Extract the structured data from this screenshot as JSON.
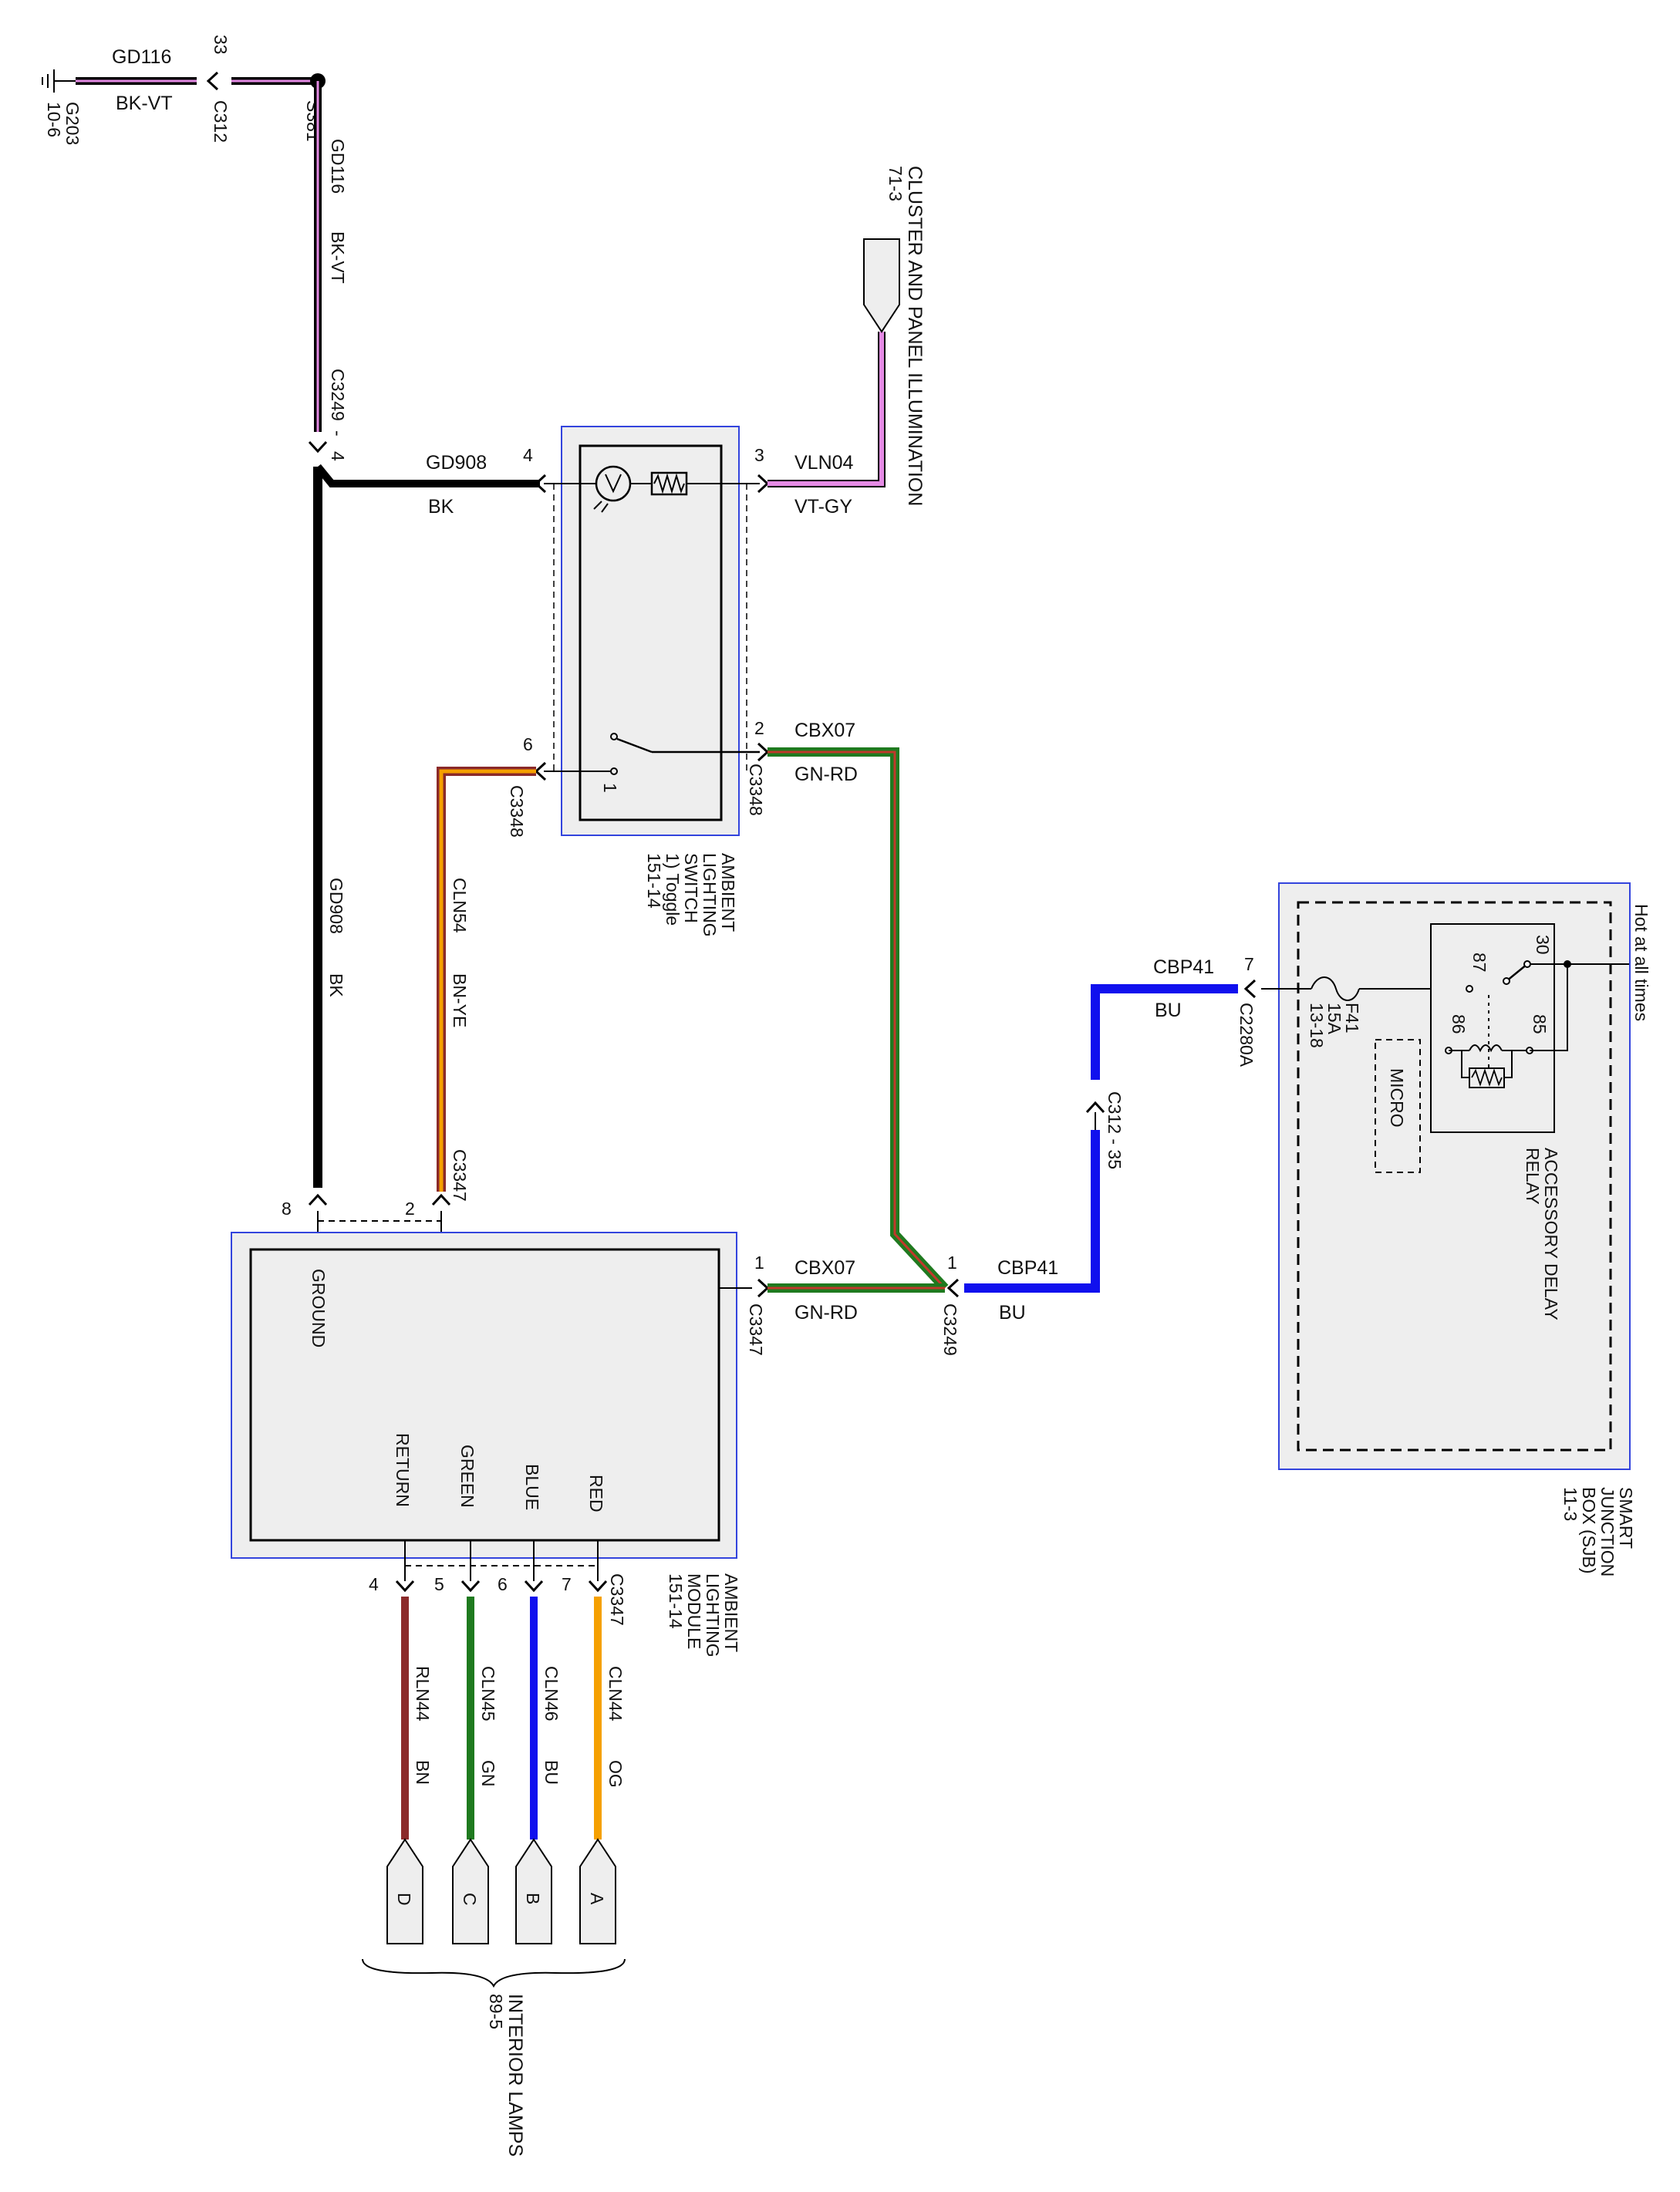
{
  "colors": {
    "BK": "#000000",
    "VT": "#9b30c8",
    "pink": "#e48ae4",
    "GN": "#1f7a1f",
    "RD": "#c0392b",
    "BU": "#1010ee",
    "BN": "#8b2a2a",
    "YE": "#f5c400",
    "OG": "#f5a000",
    "box_border": "#3344dd",
    "box_fill": "#eeeeee"
  },
  "ground": {
    "id": "G203",
    "page_ref": "10-6",
    "circuit": "GD116",
    "color": "BK-VT",
    "connector": "C312",
    "pin": "33",
    "splice": "S381"
  },
  "ground_drop": {
    "circuit": "GD116",
    "color": "BK-VT",
    "connector": "C3249",
    "pin": "4"
  },
  "cluster": {
    "title": "CLUSTER AND PANEL ILLUMINATION",
    "page_ref": "71-3"
  },
  "switch": {
    "name_lines": [
      "AMBIENT",
      "LIGHTING",
      "SWITCH"
    ],
    "note": "1) Toggle",
    "page_ref": "151-14",
    "connector": "C3348",
    "internal_pin": "1",
    "pin_left_top": "4",
    "pin_right_top": "3",
    "pin_right_bottom": "2",
    "pin_left_bottom": "6"
  },
  "wires": {
    "gd908_top": {
      "circuit": "GD908",
      "color": "BK"
    },
    "vln04": {
      "circuit": "VLN04",
      "color": "VT-GY"
    },
    "cbx07_top": {
      "circuit": "CBX07",
      "color": "GN-RD"
    },
    "gd908_vertical": {
      "circuit": "GD908",
      "color": "BK"
    },
    "cln54": {
      "circuit": "CLN54",
      "color": "BN-YE",
      "connector": "C3347"
    },
    "cbx07_bottom": {
      "circuit": "CBX07",
      "color": "GN-RD"
    },
    "cbp41_bottom": {
      "circuit": "CBP41",
      "color": "BU"
    },
    "cbp41_top": {
      "circuit": "CBP41",
      "color": "BU"
    }
  },
  "module": {
    "name_lines": [
      "AMBIENT",
      "LIGHTING",
      "MODULE"
    ],
    "page_ref": "151-14",
    "connector": "C3347",
    "ground_label": "GROUND",
    "pin_ground": "8",
    "pin_2": "2",
    "pin_right": "1",
    "outputs": [
      {
        "label": "RETURN",
        "pin": "4",
        "circuit": "RLN44",
        "color": "BN",
        "term": "D"
      },
      {
        "label": "GREEN",
        "pin": "5",
        "circuit": "CLN45",
        "color": "GN",
        "term": "C"
      },
      {
        "label": "BLUE",
        "pin": "6",
        "circuit": "CLN46",
        "color": "BU",
        "term": "B"
      },
      {
        "label": "RED",
        "pin": "7",
        "circuit": "CLN44",
        "color": "OG",
        "term": "A"
      }
    ]
  },
  "inline_c3249": {
    "connector": "C3249",
    "pin": "1"
  },
  "inline_c312": {
    "connector": "C312",
    "pin": "35",
    "text": "C312 - 35"
  },
  "sjb": {
    "name_lines": [
      "SMART",
      "JUNCTION",
      "BOX (SJB)"
    ],
    "page_ref": "11-3",
    "hot_label": "Hot at all times",
    "connector": "C2280A",
    "pin": "7",
    "fuse": {
      "id": "F41",
      "rating": "15A",
      "ref": "13-18"
    },
    "relay": {
      "name_lines": [
        "ACCESSORY DELAY",
        "RELAY"
      ],
      "pin_30": "30",
      "pin_87": "87",
      "pin_86": "86",
      "pin_85": "85"
    },
    "micro": "MICRO"
  },
  "interior_lamps": {
    "title": "INTERIOR LAMPS",
    "page_ref": "89-5"
  }
}
